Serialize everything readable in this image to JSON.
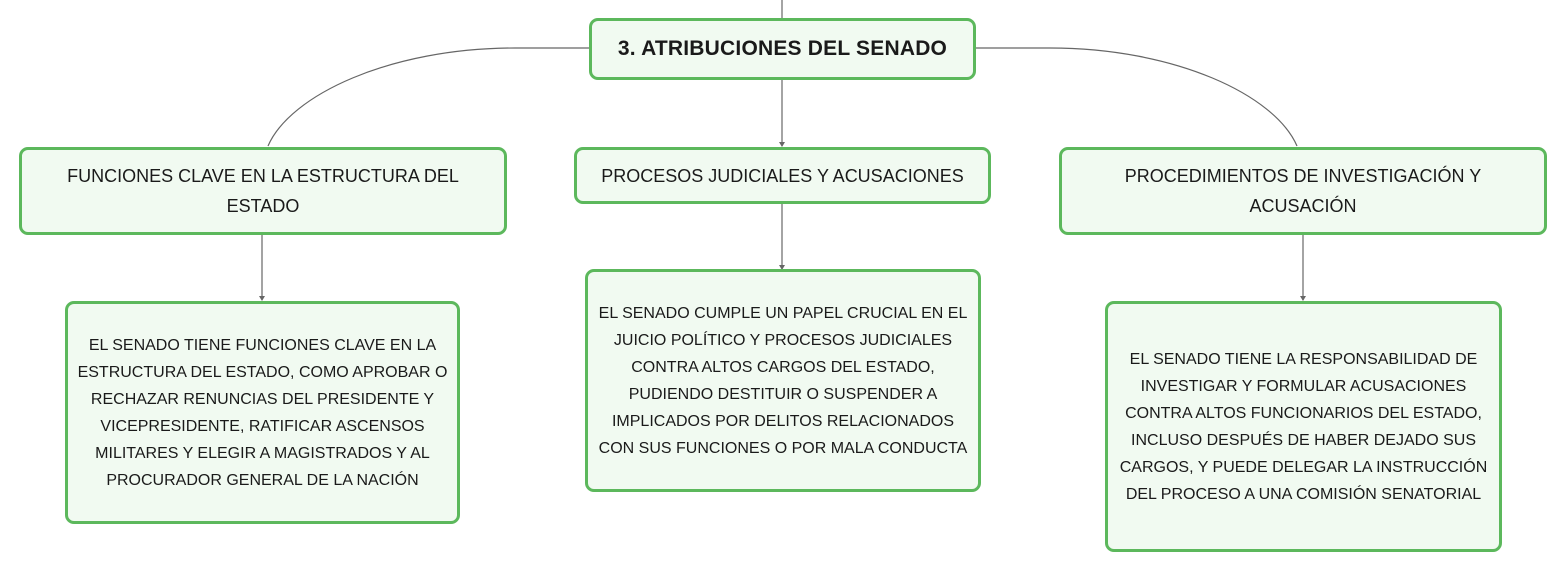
{
  "root": {
    "label": "3. ATRIBUCIONES DEL SENADO"
  },
  "branches": [
    {
      "label": "FUNCIONES CLAVE EN LA ESTRUCTURA DEL ESTADO",
      "detail": "EL SENADO TIENE FUNCIONES CLAVE EN LA ESTRUCTURA DEL ESTADO, COMO APROBAR O RECHAZAR RENUNCIAS DEL PRESIDENTE Y VICEPRESIDENTE, RATIFICAR ASCENSOS MILITARES Y ELEGIR A MAGISTRADOS Y AL PROCURADOR GENERAL DE LA NACIÓN"
    },
    {
      "label": "PROCESOS JUDICIALES Y ACUSACIONES",
      "detail": "EL SENADO CUMPLE UN PAPEL CRUCIAL EN EL JUICIO POLÍTICO Y PROCESOS JUDICIALES CONTRA ALTOS CARGOS DEL ESTADO, PUDIENDO DESTITUIR O SUSPENDER A IMPLICADOS POR DELITOS RELACIONADOS CON SUS FUNCIONES O POR MALA CONDUCTA"
    },
    {
      "label": "PROCEDIMIENTOS DE INVESTIGACIÓN Y ACUSACIÓN",
      "detail": "EL SENADO TIENE LA RESPONSABILIDAD DE INVESTIGAR Y FORMULAR ACUSACIONES CONTRA ALTOS FUNCIONARIOS DEL ESTADO, INCLUSO DESPUÉS DE HABER DEJADO SUS CARGOS, Y PUEDE DELEGAR LA INSTRUCCIÓN DEL PROCESO A UNA COMISIÓN SENATORIAL"
    }
  ],
  "colors": {
    "node_border": "#5cb85c",
    "node_fill": "#f1faf1",
    "connector": "#666666"
  }
}
